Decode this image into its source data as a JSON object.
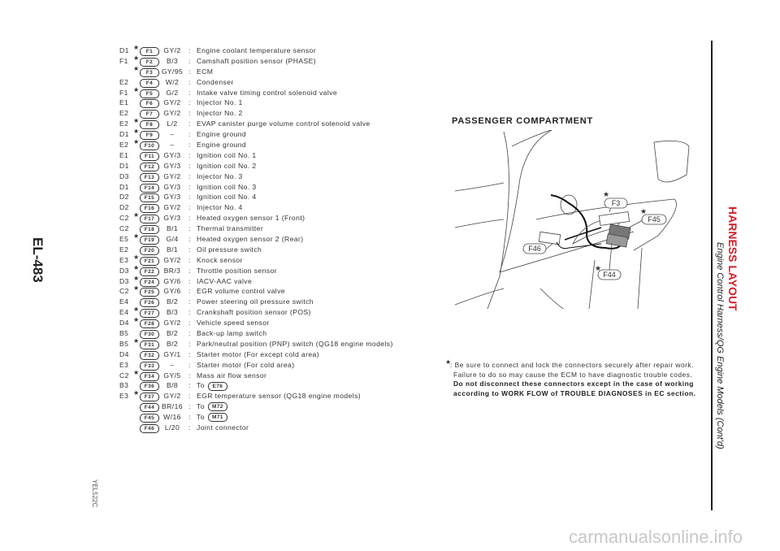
{
  "page_number": "EL-483",
  "section_title": "HARNESS LAYOUT",
  "section_subtitle": "Engine Control Harness/QG Engine Models (Cont'd)",
  "figure_code": "YEL522C",
  "watermark": "carmanualsonline.info",
  "star_symbol": "★",
  "connectors": [
    {
      "loc": "D1",
      "star": true,
      "id": "F1",
      "wire": "GY/2",
      "desc": "Engine coolant temperature sensor"
    },
    {
      "loc": "F1",
      "star": true,
      "id": "F2",
      "wire": "B/3",
      "desc": "Camshaft position sensor (PHASE)"
    },
    {
      "loc": "",
      "star": true,
      "id": "F3",
      "wire": "GY/95",
      "desc": "ECM"
    },
    {
      "loc": "E2",
      "star": false,
      "id": "F4",
      "wire": "W/2",
      "desc": "Condenser"
    },
    {
      "loc": "F1",
      "star": true,
      "id": "F5",
      "wire": "G/2",
      "desc": "Intake valve timing control solenoid valve"
    },
    {
      "loc": "E1",
      "star": false,
      "id": "F6",
      "wire": "GY/2",
      "desc": "Injector No. 1"
    },
    {
      "loc": "E2",
      "star": false,
      "id": "F7",
      "wire": "GY/2",
      "desc": "Injector No. 2"
    },
    {
      "loc": "E2",
      "star": true,
      "id": "F8",
      "wire": "L/2",
      "desc": "EVAP canister purge volume control solenoid valve"
    },
    {
      "loc": "D1",
      "star": true,
      "id": "F9",
      "wire": "–",
      "desc": "Engine ground"
    },
    {
      "loc": "E2",
      "star": true,
      "id": "F10",
      "wire": "–",
      "desc": "Engine ground"
    },
    {
      "loc": "E1",
      "star": false,
      "id": "F11",
      "wire": "GY/3",
      "desc": "Ignition coil No. 1"
    },
    {
      "loc": "D1",
      "star": false,
      "id": "F12",
      "wire": "GY/3",
      "desc": "Ignition coil No. 2"
    },
    {
      "loc": "D3",
      "star": false,
      "id": "F13",
      "wire": "GY/2",
      "desc": "Injector No. 3"
    },
    {
      "loc": "D1",
      "star": false,
      "id": "F14",
      "wire": "GY/3",
      "desc": "Ignition coil No. 3"
    },
    {
      "loc": "D2",
      "star": false,
      "id": "F15",
      "wire": "GY/3",
      "desc": "Ignition coil No. 4"
    },
    {
      "loc": "D2",
      "star": false,
      "id": "F16",
      "wire": "GY/2",
      "desc": "Injector No. 4"
    },
    {
      "loc": "C2",
      "star": true,
      "id": "F17",
      "wire": "GY/3",
      "desc": "Heated oxygen sensor 1 (Front)"
    },
    {
      "loc": "C2",
      "star": false,
      "id": "F18",
      "wire": "B/1",
      "desc": "Thermal transmitter"
    },
    {
      "loc": "E5",
      "star": true,
      "id": "F19",
      "wire": "G/4",
      "desc": "Heated oxygen sensor 2 (Rear)"
    },
    {
      "loc": "E2",
      "star": false,
      "id": "F20",
      "wire": "B/1",
      "desc": "Oil pressure switch"
    },
    {
      "loc": "E3",
      "star": true,
      "id": "F21",
      "wire": "GY/2",
      "desc": "Knock sensor"
    },
    {
      "loc": "D3",
      "star": true,
      "id": "F22",
      "wire": "BR/3",
      "desc": "Throttle position sensor"
    },
    {
      "loc": "D3",
      "star": true,
      "id": "F24",
      "wire": "GY/6",
      "desc": "IACV-AAC valve"
    },
    {
      "loc": "C2",
      "star": true,
      "id": "F25",
      "wire": "GY/6",
      "desc": "EGR volume control valve"
    },
    {
      "loc": "E4",
      "star": false,
      "id": "F26",
      "wire": "B/2",
      "desc": "Power steering oil pressure switch"
    },
    {
      "loc": "E4",
      "star": true,
      "id": "F27",
      "wire": "B/3",
      "desc": "Crankshaft position sensor (POS)"
    },
    {
      "loc": "D4",
      "star": true,
      "id": "F28",
      "wire": "GY/2",
      "desc": "Vehicle speed sensor"
    },
    {
      "loc": "B5",
      "star": false,
      "id": "F30",
      "wire": "B/2",
      "desc": "Back-up lamp switch"
    },
    {
      "loc": "B5",
      "star": true,
      "id": "F31",
      "wire": "B/2",
      "desc": "Park/neutral position (PNP) switch (QG18 engine models)"
    },
    {
      "loc": "D4",
      "star": false,
      "id": "F32",
      "wire": "GY/1",
      "desc": "Starter motor (For except cold area)"
    },
    {
      "loc": "E3",
      "star": false,
      "id": "F33",
      "wire": "–",
      "desc": "Starter motor (For cold area)"
    },
    {
      "loc": "C2",
      "star": true,
      "id": "F34",
      "wire": "GY/5",
      "desc": "Mass air flow sensor"
    },
    {
      "loc": "B3",
      "star": false,
      "id": "F36",
      "wire": "B/8",
      "desc": "To",
      "to": "E76"
    },
    {
      "loc": "E3",
      "star": true,
      "id": "F37",
      "wire": "GY/2",
      "desc": "EGR temperature sensor (QG18 engine models)"
    },
    {
      "loc": "",
      "star": false,
      "id": "F44",
      "wire": "BR/16",
      "desc": "To",
      "to": "M72"
    },
    {
      "loc": "",
      "star": false,
      "id": "F45",
      "wire": "W/16",
      "desc": "To",
      "to": "M71"
    },
    {
      "loc": "",
      "star": false,
      "id": "F46",
      "wire": "L/20",
      "desc": "Joint connector"
    }
  ],
  "figure": {
    "title": "PASSENGER COMPARTMENT",
    "labels": {
      "f3": "F3",
      "f45": "F45",
      "f46": "F46",
      "f44": "F44"
    }
  },
  "note": {
    "line1": ": Be sure to connect and lock the connectors securely after repair work.",
    "line2": "Failure to do so may cause the ECM to have diagnostic trouble codes.",
    "line3": "Do not disconnect these connectors except in the case of working",
    "line4": "according to WORK FLOW of TROUBLE DIAGNOSES in EC section."
  },
  "colors": {
    "section_title": "#d0202a",
    "text": "#333333"
  }
}
